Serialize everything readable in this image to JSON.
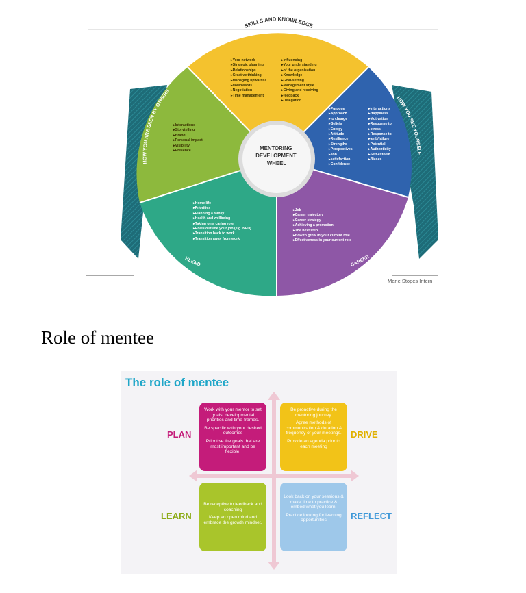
{
  "wheel": {
    "center_title_lines": [
      "MENTORING",
      "DEVELOPMENT",
      "WHEEL"
    ],
    "segment_titles": {
      "skills": "SKILLS AND KNOWLEDGE",
      "self": "HOW YOU SEE YOURSELF",
      "others": "HOW YOU ARE SEEN BY OTHERS",
      "blend": "BLEND",
      "career": "CAREER"
    },
    "skills_left": [
      "Your network",
      "Strategic planning",
      "Relationships",
      "Creative thinking",
      "Managing upwards/",
      "downwards",
      "Negotiation",
      "Time management"
    ],
    "skills_right": [
      "Influencing",
      "Your understanding",
      "of the organisation",
      "Knowledge",
      "Goal-setting",
      "Management style",
      "Giving and receiving",
      "feedback",
      "Delegation"
    ],
    "self_left": [
      "Purpose",
      "Approach",
      "to change",
      "Beliefs",
      "Energy",
      "Attitude",
      "Resilience",
      "Strengths",
      "Perspectives",
      "Job",
      "satisfaction",
      "Confidence"
    ],
    "self_right": [
      "Interactions",
      "Happiness",
      "Motivation",
      "Response to",
      "stress",
      "Response to",
      "amb/failure",
      "Potential",
      "Authenticity",
      "Self-esteem",
      "Biases"
    ],
    "others_items": [
      "Interactions",
      "Storytelling",
      "Brand",
      "Personal impact",
      "Visibility",
      "Presence"
    ],
    "blend_items": [
      "Home life",
      "Priorities",
      "Planning a family",
      "Health and wellbeing",
      "Taking on a caring role",
      "Roles outside your job (e.g. NED)",
      "Transition back to work",
      "Transition away from work"
    ],
    "career_items": [
      "Job",
      "Career trajectory",
      "Career strategy",
      "Achieving a promotion",
      "The next step",
      "How to grow in your current role",
      "Effectiveness in your current role"
    ],
    "credit": "Marie Stopes Intern",
    "colors": {
      "skills": "#f4c22e",
      "self": "#2f63ae",
      "career": "#8e57a6",
      "blend": "#2ea887",
      "others": "#8db93d",
      "band": "#1e6c78",
      "center": "#f0f0f0"
    }
  },
  "section_heading": "Role of mentee",
  "mentee": {
    "title": "The role of mentee",
    "plan": {
      "label": "PLAN",
      "paragraphs": [
        "Work with your mentor to set goals, developmental priorities and time-frames.",
        "Be specific with your desired outcomes",
        "Prioritise the goals that are most important and be flexible."
      ]
    },
    "drive": {
      "label": "DRIVE",
      "paragraphs": [
        "Be proactive during the mentoring journey.",
        "Agree methods of communication & duration & frequency of your meetings.",
        "Provide an agenda prior to each meeting"
      ]
    },
    "learn": {
      "label": "LEARN",
      "paragraphs": [
        "Be receptive to feedback and coaching",
        "Keep an open mind and embrace the growth mindset."
      ]
    },
    "reflect": {
      "label": "REFLECT",
      "paragraphs": [
        "Look back on your sessions & make time to practice & embed what you learn.",
        "Practice looking for learning opportunities"
      ]
    },
    "colors": {
      "plan": "#c41c7a",
      "drive": "#f2c318",
      "learn": "#a9c52b",
      "reflect": "#9ec8ea",
      "arrow": "#efc8d4",
      "title": "#1fa6c8"
    }
  }
}
